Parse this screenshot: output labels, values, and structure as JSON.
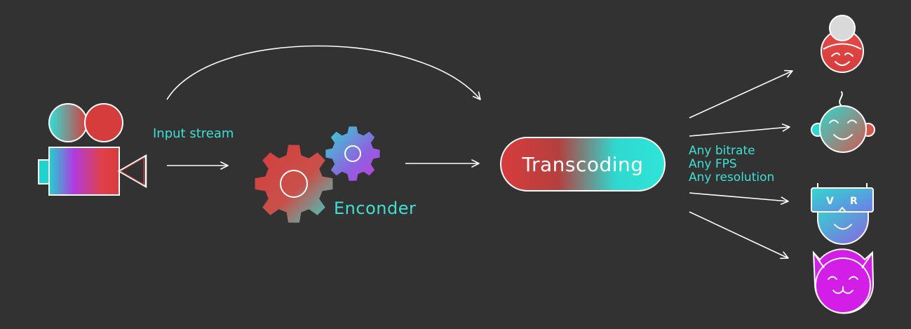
{
  "labels": {
    "input_stream": "Input stream",
    "encoder": "Enconder",
    "transcoding": "Transcoding"
  },
  "specs": [
    "Any bitrate",
    "Any FPS",
    "Any resolution"
  ],
  "outputs": [
    {
      "icon": "grandma-face-icon"
    },
    {
      "icon": "baby-face-icon"
    },
    {
      "icon": "vr-headset-face-icon"
    },
    {
      "icon": "cat-face-icon"
    }
  ],
  "colors": {
    "background": "#323232",
    "accent_teal": "#3fe0d4",
    "accent_red": "#d63c3c",
    "accent_magenta": "#d21ee6",
    "line": "#ffffff"
  }
}
